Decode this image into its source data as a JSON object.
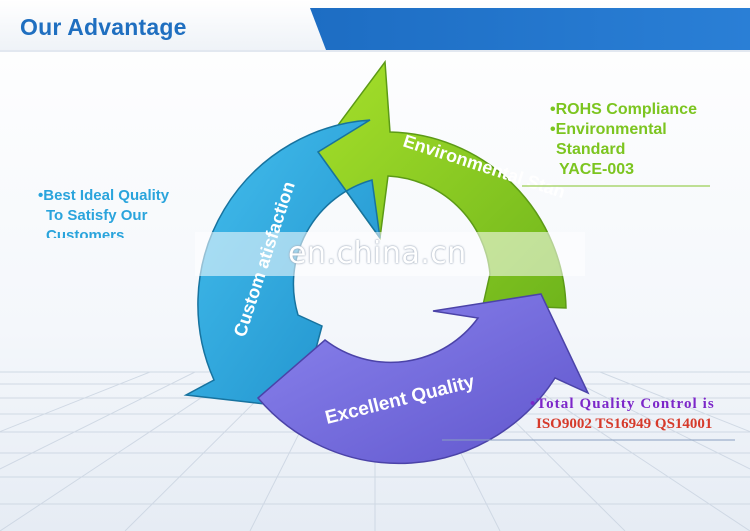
{
  "header": {
    "title": "Our Advantage"
  },
  "cycle": {
    "segments": [
      {
        "label": "Environmental Standards",
        "visible_label": "Environmental Stan",
        "color": "#86cd1f"
      },
      {
        "label": "Excellent Quality",
        "visible_label": "Excellent Quality",
        "color": "#7a72e0"
      },
      {
        "label": "Customer Satisfaction",
        "visible_label": "Custom atisfaction",
        "color": "#2aa4dc"
      }
    ]
  },
  "notes": {
    "left": {
      "lines": [
        "•Best Ideal Quality",
        "To Satisfy Our",
        "Customers"
      ]
    },
    "right": {
      "lines": [
        "•ROHS Compliance",
        "•Environmental",
        "Standard",
        "YACE-003"
      ]
    },
    "bottom": {
      "line1": "•Total Quality Control is",
      "line2": "ISO9002 TS16949 QS14001"
    }
  },
  "watermark": {
    "text": "en.china.cn"
  },
  "colors": {
    "header_blue": "#1f6fc0",
    "green": "#86cd1f",
    "blue": "#2aa4dc",
    "purple": "#7a72e0",
    "purple_text": "#7c27c9",
    "red_text": "#d63a2b"
  }
}
